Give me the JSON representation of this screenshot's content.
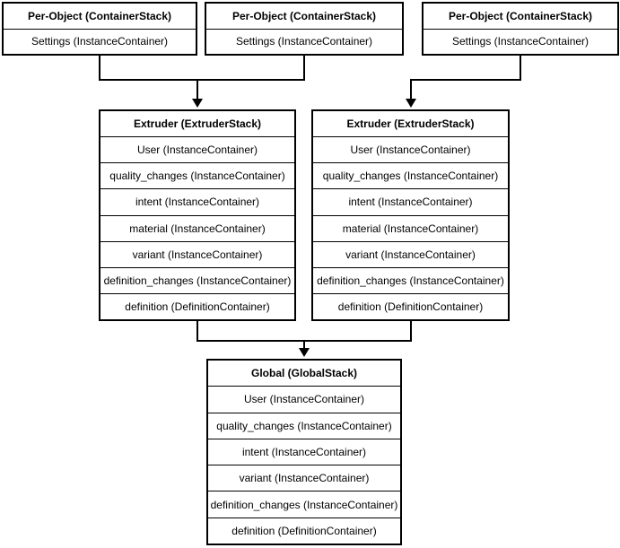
{
  "nodes": {
    "per_object_1": {
      "title": "Per-Object (ContainerStack)",
      "rows": [
        "Settings (InstanceContainer)"
      ]
    },
    "per_object_2": {
      "title": "Per-Object (ContainerStack)",
      "rows": [
        "Settings (InstanceContainer)"
      ]
    },
    "per_object_3": {
      "title": "Per-Object (ContainerStack)",
      "rows": [
        "Settings (InstanceContainer)"
      ]
    },
    "extruder_1": {
      "title": "Extruder (ExtruderStack)",
      "rows": [
        "User (InstanceContainer)",
        "quality_changes (InstanceContainer)",
        "intent (InstanceContainer)",
        "material (InstanceContainer)",
        "variant (InstanceContainer)",
        "definition_changes (InstanceContainer)",
        "definition (DefinitionContainer)"
      ]
    },
    "extruder_2": {
      "title": "Extruder (ExtruderStack)",
      "rows": [
        "User (InstanceContainer)",
        "quality_changes (InstanceContainer)",
        "intent (InstanceContainer)",
        "material (InstanceContainer)",
        "variant (InstanceContainer)",
        "definition_changes (InstanceContainer)",
        "definition (DefinitionContainer)"
      ]
    },
    "global": {
      "title": "Global (GlobalStack)",
      "rows": [
        "User (InstanceContainer)",
        "quality_changes (InstanceContainer)",
        "intent (InstanceContainer)",
        "variant (InstanceContainer)",
        "definition_changes (InstanceContainer)",
        "definition (DefinitionContainer)"
      ]
    }
  },
  "edges": [
    {
      "from": "per_object_1",
      "to": "extruder_1"
    },
    {
      "from": "per_object_2",
      "to": "extruder_1"
    },
    {
      "from": "per_object_3",
      "to": "extruder_2"
    },
    {
      "from": "extruder_1",
      "to": "global"
    },
    {
      "from": "extruder_2",
      "to": "global"
    }
  ],
  "colors": {
    "node_border": "#000000",
    "node_fill": "#ffffff",
    "text": "#000000",
    "connector": "#000000"
  }
}
